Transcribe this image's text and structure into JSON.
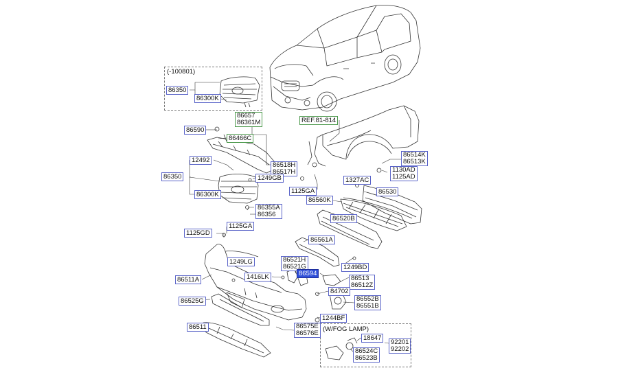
{
  "inset_top": {
    "qualifier": "(-100801)",
    "labels": [
      "86350",
      "86300K"
    ]
  },
  "inset_fog": {
    "qualifier": "(W/FOG LAMP)",
    "labels": [
      "18647",
      "92201",
      "92202",
      "86524C",
      "86523B"
    ]
  },
  "ref_label": "REF.81-814",
  "labels": {
    "p86657": "86657",
    "p86361M": "86361M",
    "p86466C": "86466C",
    "p86590": "86590",
    "p12492": "12492",
    "p86350": "86350",
    "p86300K": "86300K",
    "p86518H": "86518H",
    "p86517H": "86517H",
    "p1249GB": "1249GB",
    "p86355A": "86355A",
    "p86356": "86356",
    "p1125GA_left": "1125GA",
    "p1125GD": "1125GD",
    "p86514K": "86514K",
    "p86513K": "86513K",
    "p1130AD": "1130AD",
    "p1125AD": "1125AD",
    "p1125GA_right": "1125GA",
    "p1327AC": "1327AC",
    "p86530": "86530",
    "p86560K": "86560K",
    "p86520B": "86520B",
    "p86561A": "86561A",
    "p1249LG": "1249LG",
    "p86521H": "86521H",
    "p86521G": "86521G",
    "p86594": "86594",
    "p1249BD": "1249BD",
    "p86511A": "86511A",
    "p1416LK": "1416LK",
    "p86513": "86513",
    "p86512Z": "86512Z",
    "p84702": "84702",
    "p86525G": "86525G",
    "p86552B": "86552B",
    "p86551B": "86551B",
    "p1244BF": "1244BF",
    "p86511": "86511",
    "p86575E": "86575E",
    "p86576E": "86576E"
  },
  "selected_part": "86594",
  "colors": {
    "label_border": "#5a64c8",
    "ref_border": "#4e9a4e",
    "highlight": "#2f4fd8",
    "line": "#333333"
  }
}
